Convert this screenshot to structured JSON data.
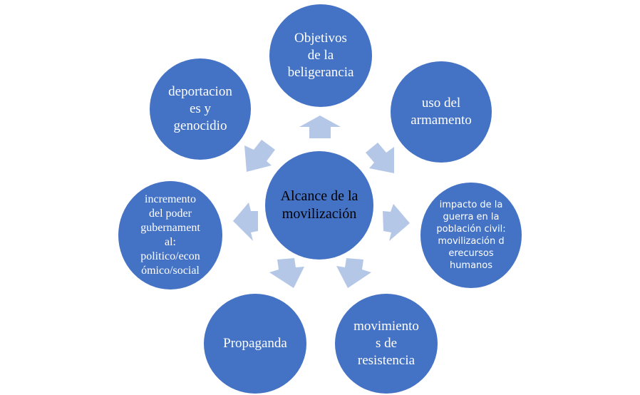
{
  "colors": {
    "node_fill": "#4472c4",
    "arrow_fill": "#b4c7e7",
    "label_text": "#ffffff",
    "center_text": "#000000"
  },
  "center": {
    "label": "Alcance de la\nmovilización"
  },
  "nodes": {
    "top": "Objetivos\nde la\nbeligerancia",
    "upper_right": "uso del\narmamento",
    "right": "impacto de la\nguerra en la\npoblación civil:\nmovilización d\nerecursos\nhumanos",
    "lower_right": "movimiento\ns de\nresistencia",
    "lower_left": "Propaganda",
    "left": "incremento\ndel poder\ngubernament\nal:\npolitico/econ\nómico/social",
    "upper_left": "deportacion\nes y\ngenocidio"
  }
}
